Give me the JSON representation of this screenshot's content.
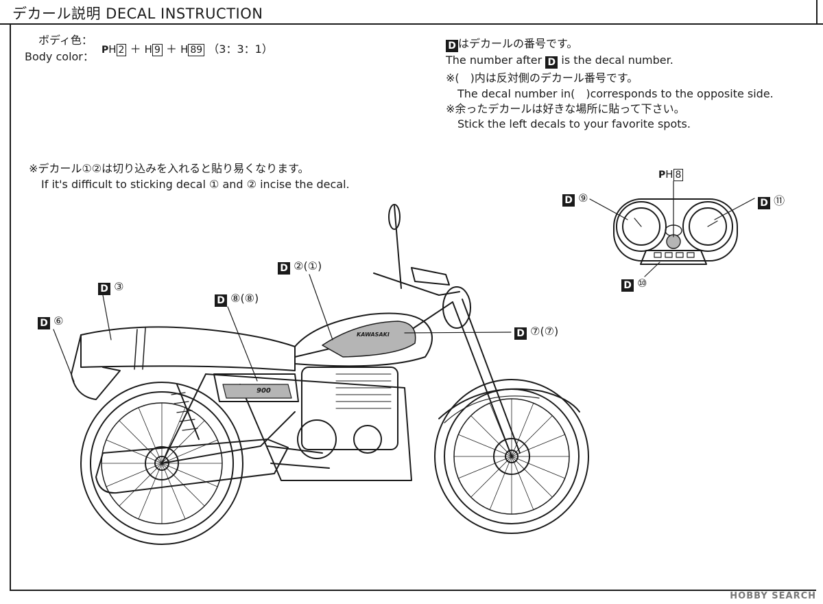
{
  "header": {
    "title": "デカール説明 DECAL INSTRUCTION"
  },
  "body_color": {
    "label_jp": "ボディ色：",
    "label_en": "Body color：",
    "prefix_ph": "P",
    "prefix_h": "H",
    "code1": "2",
    "plus": "＋",
    "code2": "9",
    "code3": "89",
    "ratio": "（3：3：1）"
  },
  "notes": {
    "badge": "D",
    "line1_jp": "はデカールの番号です。",
    "line1_en_a": "The number after",
    "line1_en_b": "is the decal number.",
    "line2_jp": "※(　)内は反対側のデカール番号です。",
    "line2_en": "The decal number in(　)corresponds to the opposite side.",
    "line3_jp": "※余ったデカールは好きな場所に貼って下さい。",
    "line3_en": "Stick the left decals to your favorite spots."
  },
  "tip": {
    "jp": "※デカール①②は切り込みを入れると貼り易くなります。",
    "en": "If it's difficult to sticking decal ① and ② incise the decal."
  },
  "callouts": {
    "c2": "②(①)",
    "c3": "③",
    "c6": "⑥",
    "c7": "⑦(⑦)",
    "c8": "⑧(⑧)",
    "c9": "⑨",
    "c10": "⑩",
    "c11": "⑪",
    "meter_paint": "8"
  },
  "bike_logo": {
    "engine_mark": "900",
    "tank_mark": "KAWASAKI"
  },
  "watermark": "HOBBY SEARCH"
}
